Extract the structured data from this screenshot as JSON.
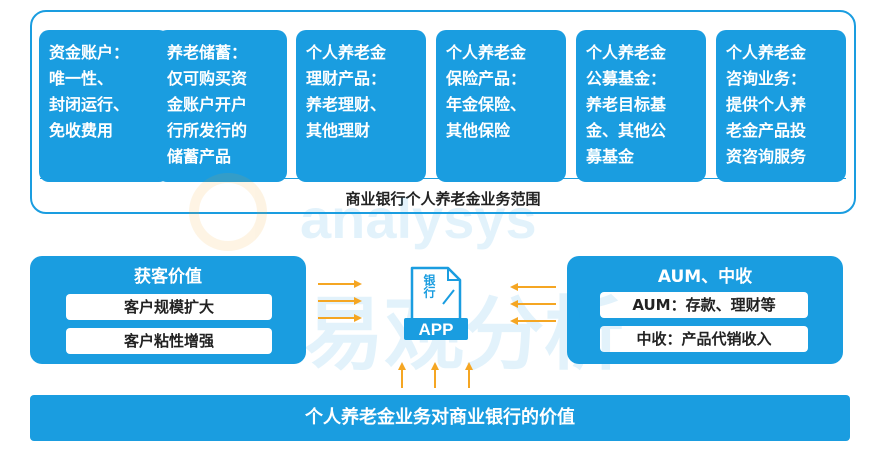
{
  "scope": {
    "cards": [
      "资金账户：\n唯一性、\n封闭运行、\n免收费用",
      "养老储蓄：\n仅可购买资\n金账户开户\n行所发行的\n储蓄产品",
      "个人养老金\n理财产品：\n养老理财、\n其他理财",
      "个人养老金\n保险产品：\n年金保险、\n其他保险",
      "个人养老金\n公募基金：\n养老目标基\n金、其他公\n募基金",
      "个人养老金\n咨询业务：\n提供个人养\n老金产品投\n资咨询服务"
    ],
    "title": "商业银行个人养老金业务范围"
  },
  "left_box": {
    "title": "获客价值",
    "items": [
      "客户规模扩大",
      "客户粘性增强"
    ]
  },
  "right_box": {
    "title": "AUM、中收",
    "items": [
      "AUM：存款、理财等",
      "中收：产品代销收入"
    ]
  },
  "app_icon": {
    "top_text": "银行",
    "bottom_text": "APP"
  },
  "watermark": {
    "latin": "analysys",
    "chinese": "易观分析"
  },
  "bottom_bar": "个人养老金业务对商业银行的价值",
  "colors": {
    "primary": "#1a9de0",
    "arrow": "#f5a623",
    "text_dark": "#222222"
  }
}
